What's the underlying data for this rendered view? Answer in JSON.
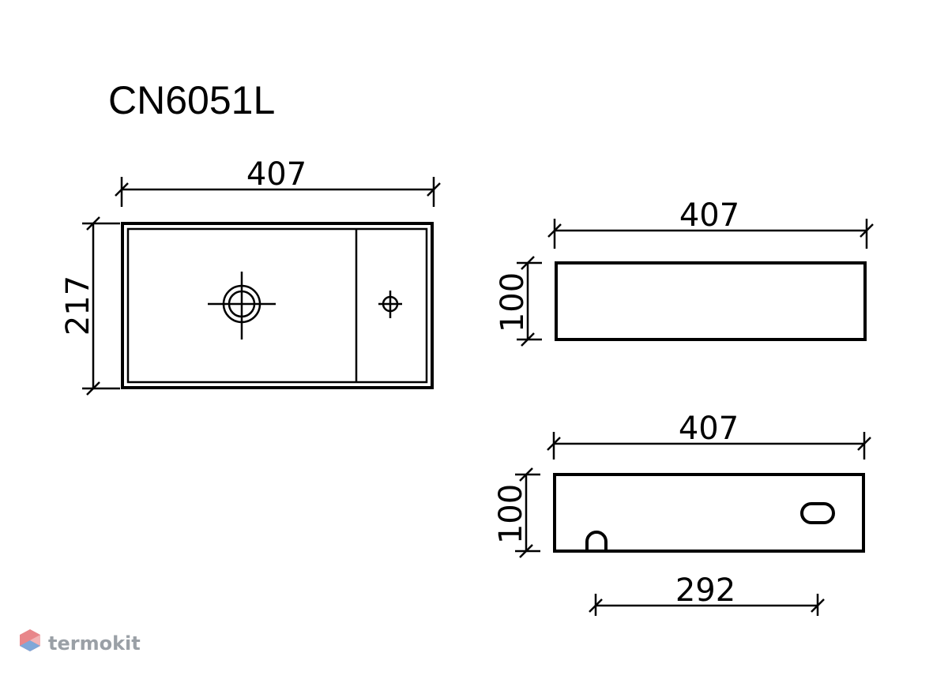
{
  "title": "CN6051L",
  "top_view": {
    "width_label": "407",
    "height_label": "217"
  },
  "side_view": {
    "width_label": "407",
    "height_label": "100"
  },
  "front_view": {
    "width_label": "407",
    "height_label": "100",
    "offset_label": "292"
  },
  "watermark": {
    "text": "termokit",
    "icon": "termokit-hex-logo-icon"
  }
}
